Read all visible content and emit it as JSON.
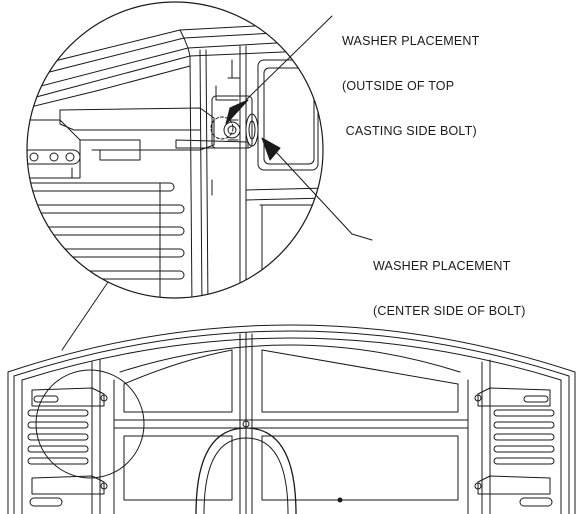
{
  "callouts": {
    "top": {
      "line1": "WASHER PLACEMENT",
      "line2": "(OUTSIDE OF TOP",
      "line3": " CASTING SIDE BOLT)"
    },
    "bottom": {
      "line1": "WASHER PLACEMENT",
      "line2": "(CENTER SIDE OF BOLT)"
    }
  },
  "colors": {
    "line": "#1a1a1a",
    "background": "#ffffff"
  }
}
